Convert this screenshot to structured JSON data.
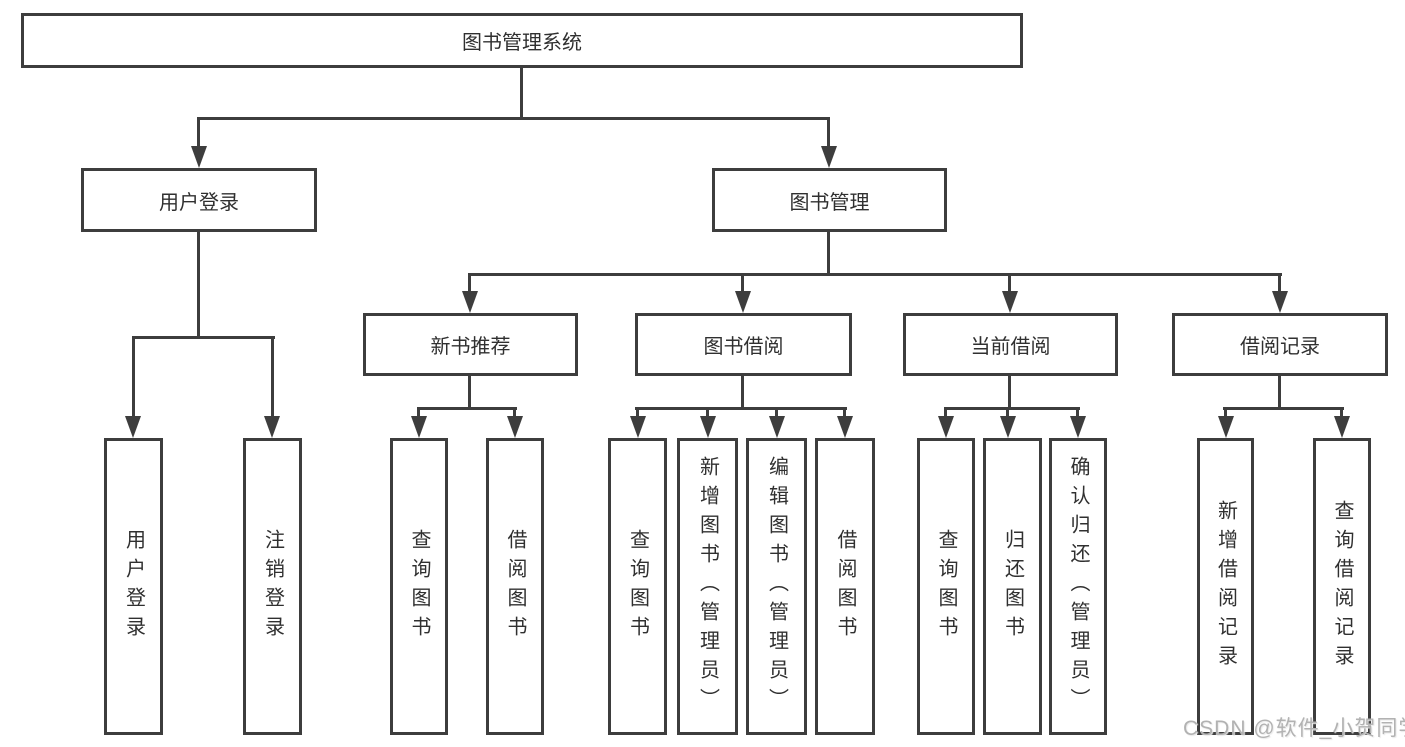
{
  "diagram": {
    "nodes": {
      "root": "图书管理系统",
      "user_login": "用户登录",
      "book_management": "图书管理",
      "new_book_recommend": "新书推荐",
      "book_borrow": "图书借阅",
      "current_borrow": "当前借阅",
      "borrow_records": "借阅记录"
    },
    "leaves": {
      "user_login": [
        "用户登录",
        "注销登录"
      ],
      "new_book_recommend": [
        "查询图书",
        "借阅图书"
      ],
      "book_borrow": [
        "查询图书",
        "新增图书（管理员）",
        "编辑图书（管理员）",
        "借阅图书"
      ],
      "current_borrow": [
        "查询图书",
        "归还图书",
        "确认归还（管理员）"
      ],
      "borrow_records": [
        "新增借阅记录",
        "查询借阅记录"
      ]
    }
  },
  "watermark": "CSDN @软件_小贺同学",
  "colors": {
    "line": "#3d3d3d",
    "text": "#303030",
    "watermark": "#b2b2b2",
    "background": "#ffffff"
  }
}
